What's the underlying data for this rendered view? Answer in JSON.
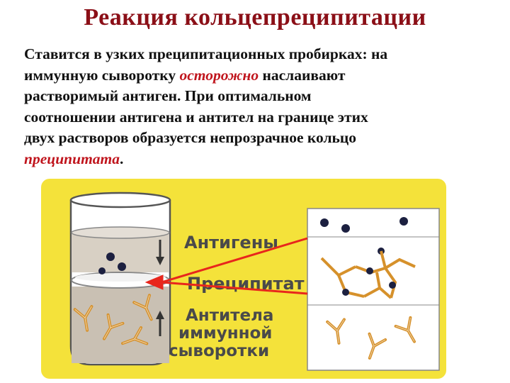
{
  "slide": {
    "title": "Реакция кольцепреципитации",
    "paragraph": {
      "l1": "Ставится в узких преципитационных пробирках: на",
      "l2a": "иммунную сыворотку ",
      "l2em": "осторожно",
      "l2b": " наслаивают",
      "l3": "растворимый антиген. При оптимальном",
      "l4": "соотношении антигена и антител на границе этих",
      "l5": "двух растворов образуется непрозрачное кольцо",
      "l6em": "преципитата",
      "l6b": "."
    }
  },
  "figure": {
    "label_antigens": "Антигены",
    "label_precipitate": "Преципитат",
    "label_antibodies_1": "Антитела",
    "label_antibodies_2": "иммунной",
    "label_antibodies_3": "сыворотки",
    "colors": {
      "background": "#f4e23a",
      "arrow": "#e8261c",
      "antibody": "#d6912b",
      "antigen": "#1c2040"
    }
  }
}
